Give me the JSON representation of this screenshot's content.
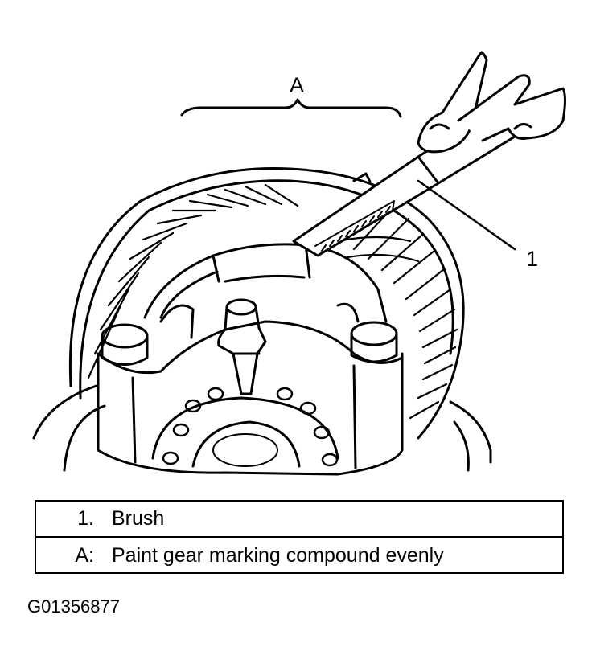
{
  "callouts": {
    "a": "A",
    "one": "1"
  },
  "legend": {
    "rows": [
      {
        "key": "1.",
        "text": "Brush"
      },
      {
        "key": "A:",
        "text": "Paint gear marking compound evenly"
      }
    ]
  },
  "figure_id": "G01356877",
  "colors": {
    "ink": "#000000",
    "paper": "#ffffff"
  }
}
